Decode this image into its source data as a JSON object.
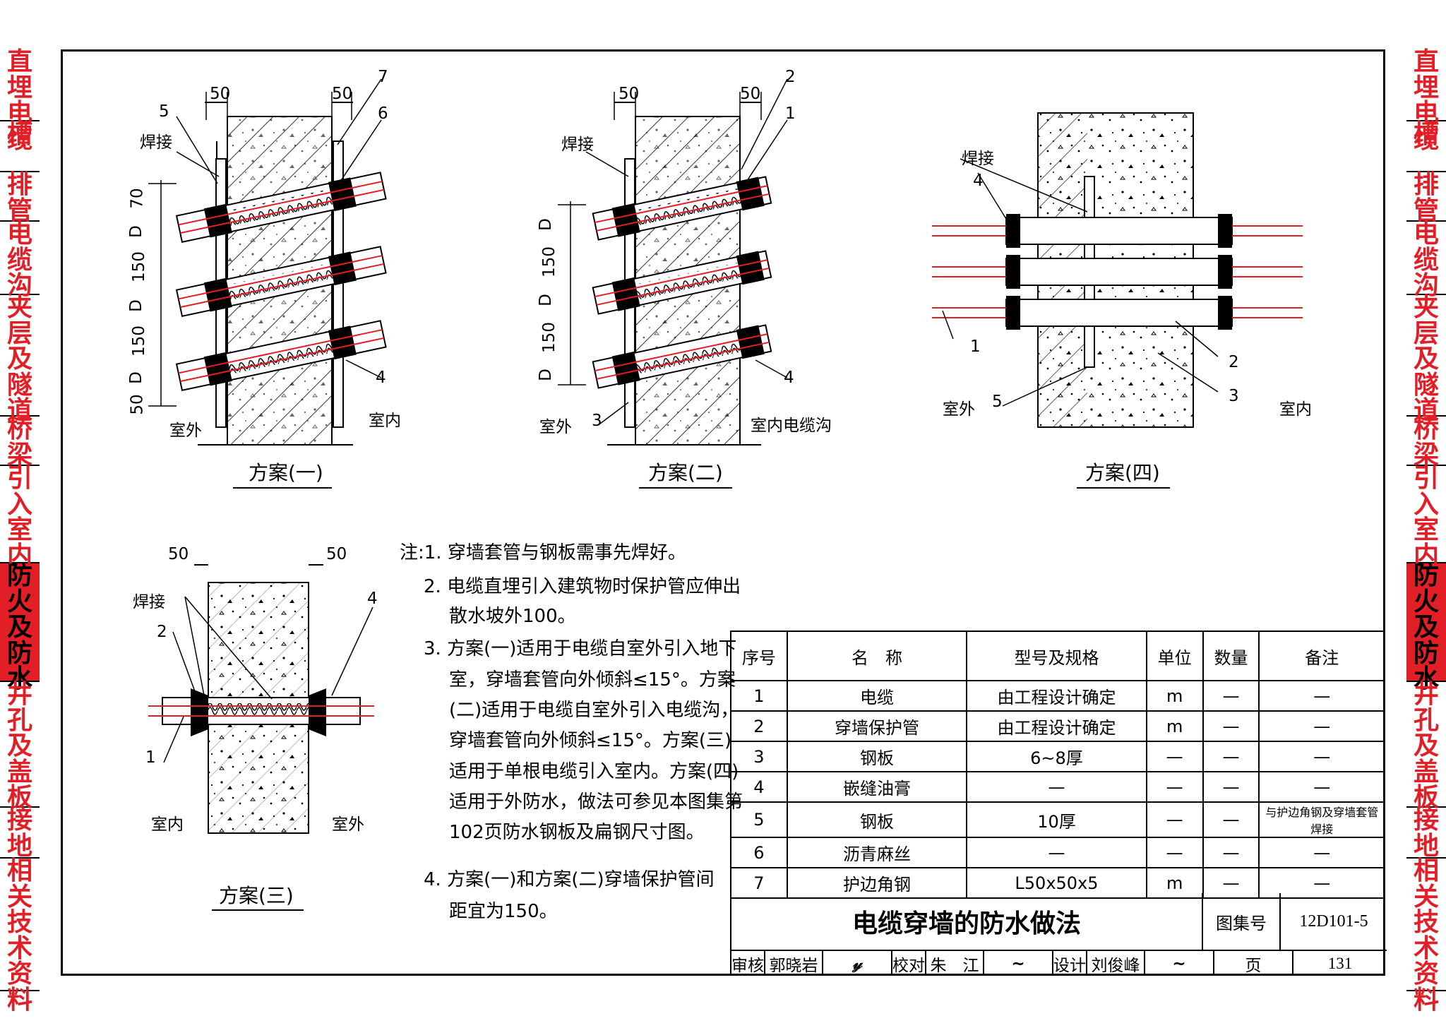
{
  "side_tabs": [
    {
      "text": "直埋电缆",
      "active": false
    },
    {
      "text": "槽",
      "active": false
    },
    {
      "text": "排管",
      "active": false
    },
    {
      "text": "电缆沟",
      "active": false
    },
    {
      "text": "夹层及隧道",
      "active": false
    },
    {
      "text": "桥梁",
      "active": false
    },
    {
      "text": "引入室内",
      "active": false
    },
    {
      "text": "防火及防水",
      "active": true
    },
    {
      "text": "井孔及盖板",
      "active": false
    },
    {
      "text": "接地",
      "active": false
    },
    {
      "text": "相关技术资料",
      "active": false
    }
  ],
  "diagrams": {
    "scheme1": {
      "caption": "方案(一)",
      "dim_left": "50",
      "dim_right": "50",
      "weld": "焊接",
      "outside": "室外",
      "inside": "室内",
      "callouts": [
        "5",
        "7",
        "6",
        "4"
      ],
      "vdims": [
        "70",
        "D",
        "150",
        "D",
        "150",
        "D",
        "50"
      ]
    },
    "scheme2": {
      "caption": "方案(二)",
      "dim_left": "50",
      "dim_right": "50",
      "weld": "焊接",
      "outside": "室外",
      "inside": "室内电缆沟",
      "callouts": [
        "2",
        "1",
        "4",
        "3"
      ],
      "vdims": [
        "D",
        "150",
        "D",
        "150",
        "D"
      ]
    },
    "scheme3": {
      "caption": "方案(三)",
      "dim_left": "50",
      "dim_right": "50",
      "weld": "焊接",
      "outside": "室外",
      "inside": "室内",
      "callouts": [
        "2",
        "4",
        "1"
      ]
    },
    "scheme4": {
      "caption": "方案(四)",
      "weld": "焊接",
      "outside": "室外",
      "inside": "室内",
      "callouts": [
        "4",
        "1",
        "5",
        "2",
        "3"
      ]
    }
  },
  "notes": {
    "head": "注:1. 穿墙套管与钢板需事先焊好。",
    "lines": [
      "2. 电缆直埋引入建筑物时保护管应伸出",
      "散水坡外100。",
      "3. 方案(一)适用于电缆自室外引入地下",
      "室，穿墙套管向外倾斜≤15°。方案",
      "(二)适用于电缆自室外引入电缆沟，",
      "穿墙套管向外倾斜≤15°。方案(三)",
      "适用于单根电缆引入室内。方案(四)",
      "适用于外防水，做法可参见本图集第",
      "102页防水钢板及扁钢尺寸图。",
      "4. 方案(一)和方案(二)穿墙保护管间",
      "距宜为150。"
    ]
  },
  "table": {
    "headers": [
      "序号",
      "名　称",
      "型号及规格",
      "单位",
      "数量",
      "备注"
    ],
    "rows": [
      [
        "1",
        "电缆",
        "由工程设计确定",
        "m",
        "—",
        "—"
      ],
      [
        "2",
        "穿墙保护管",
        "由工程设计确定",
        "m",
        "—",
        "—"
      ],
      [
        "3",
        "钢板",
        "6~8厚",
        "—",
        "—",
        "—"
      ],
      [
        "4",
        "嵌缝油膏",
        "—",
        "—",
        "—",
        "—"
      ],
      [
        "5",
        "钢板",
        "10厚",
        "—",
        "—",
        "与护边角钢及穿墙套管焊接"
      ],
      [
        "6",
        "沥青麻丝",
        "—",
        "—",
        "—",
        "—"
      ],
      [
        "7",
        "护边角钢",
        "L50x50x5",
        "m",
        "—",
        "—"
      ]
    ]
  },
  "title_block": {
    "title": "电缆穿墙的防水做法",
    "atlas_label": "图集号",
    "atlas_no": "12D101-5",
    "review_label": "审核",
    "reviewer": "郭晓岩",
    "check_label": "校对",
    "checker": "朱　江",
    "design_label": "设计",
    "designer": "刘俊峰",
    "page_label": "页",
    "page_no": "131"
  }
}
